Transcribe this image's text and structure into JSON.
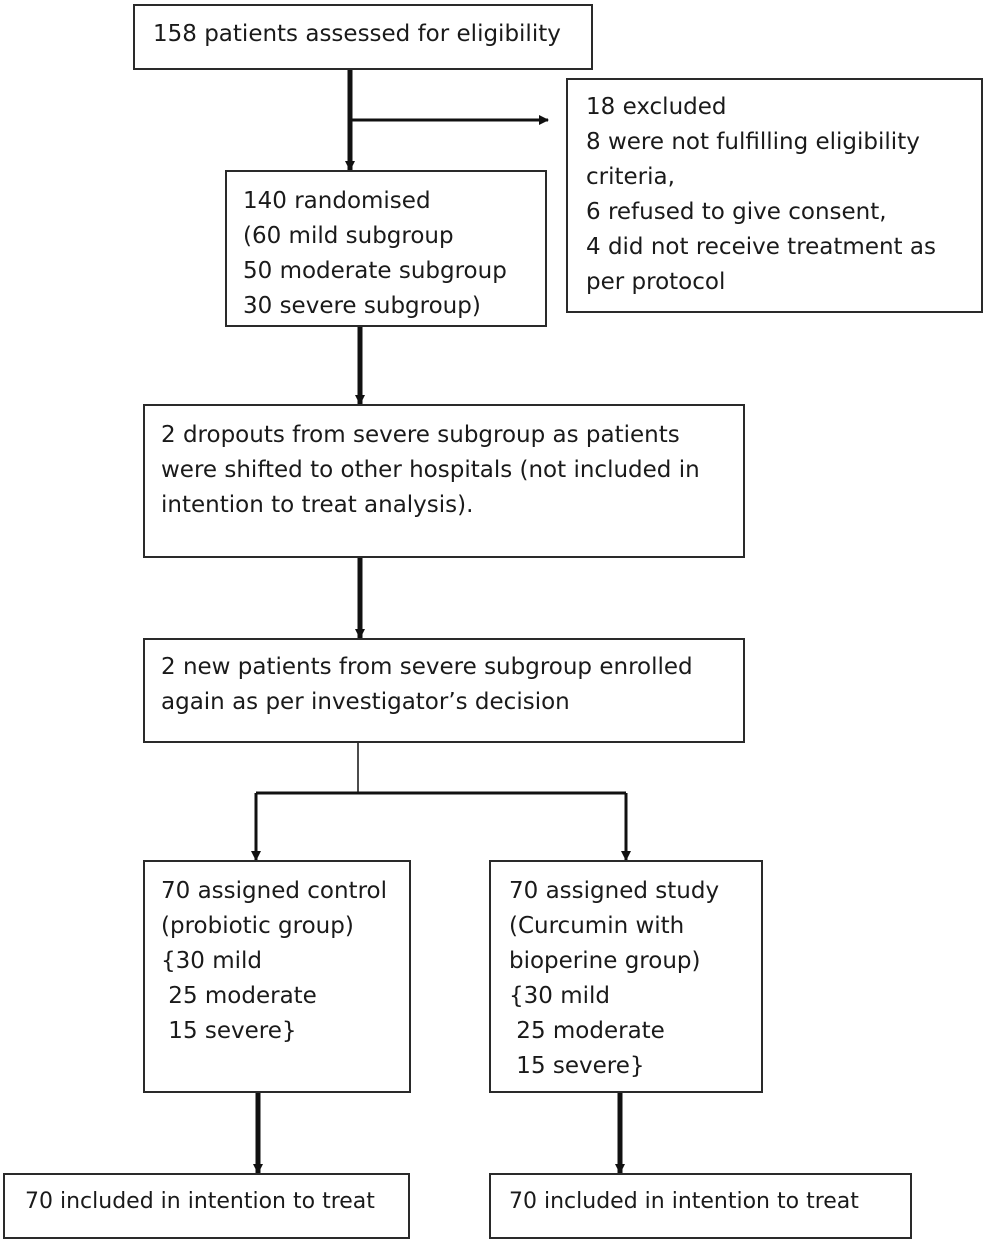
{
  "boxes": {
    "assessed": {
      "lines": [
        "158 patients assessed for eligibility"
      ]
    },
    "excluded": {
      "lines": [
        "18 excluded",
        "8 were not fulfilling eligibility",
        "criteria,",
        "6 refused to give consent,",
        "4 did not receive treatment as",
        "per protocol"
      ]
    },
    "randomised": {
      "lines": [
        "140 randomised",
        "(60 mild subgroup",
        "50 moderate subgroup",
        "30 severe subgroup)"
      ]
    },
    "dropouts": {
      "lines": [
        "2 dropouts from severe subgroup as patients",
        "were shifted to other hospitals (not included in",
        "intention to treat analysis)."
      ]
    },
    "new_patients": {
      "lines": [
        "2 new patients from severe subgroup enrolled",
        "again as per investigator’s decision"
      ]
    },
    "control": {
      "lines": [
        "70 assigned control",
        "(probiotic group)",
        "{30 mild",
        " 25 moderate",
        " 15 severe}"
      ]
    },
    "study": {
      "lines": [
        "70 assigned study",
        "(Curcumin with",
        "bioperine group)",
        "{30 mild",
        " 25 moderate",
        " 15 severe}"
      ]
    },
    "itt_control": {
      "lines": [
        "70 included in intention to treat"
      ]
    },
    "itt_study": {
      "lines": [
        "70 included in intention to treat"
      ]
    }
  }
}
